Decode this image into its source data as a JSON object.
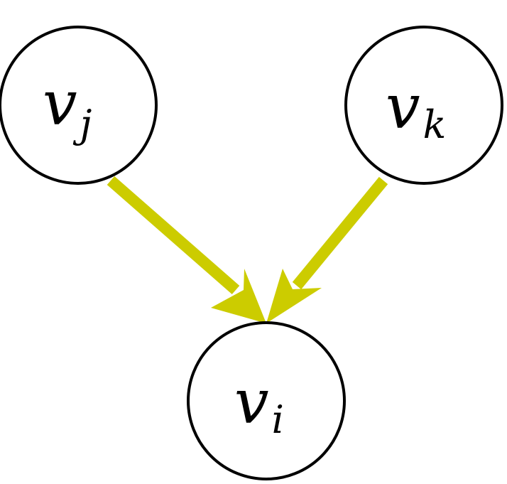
{
  "colors": {
    "edge": "#cccc00",
    "node_stroke": "#000000",
    "node_fill": "#ffffff",
    "background": "#ffffff"
  },
  "nodes": [
    {
      "id": "v_j",
      "main": "v",
      "sub": "j"
    },
    {
      "id": "v_k",
      "main": "v",
      "sub": "k"
    },
    {
      "id": "v_i",
      "main": "v",
      "sub": "i"
    }
  ],
  "edges": [
    {
      "from": "v_j",
      "to": "v_i"
    },
    {
      "from": "v_k",
      "to": "v_i"
    }
  ]
}
